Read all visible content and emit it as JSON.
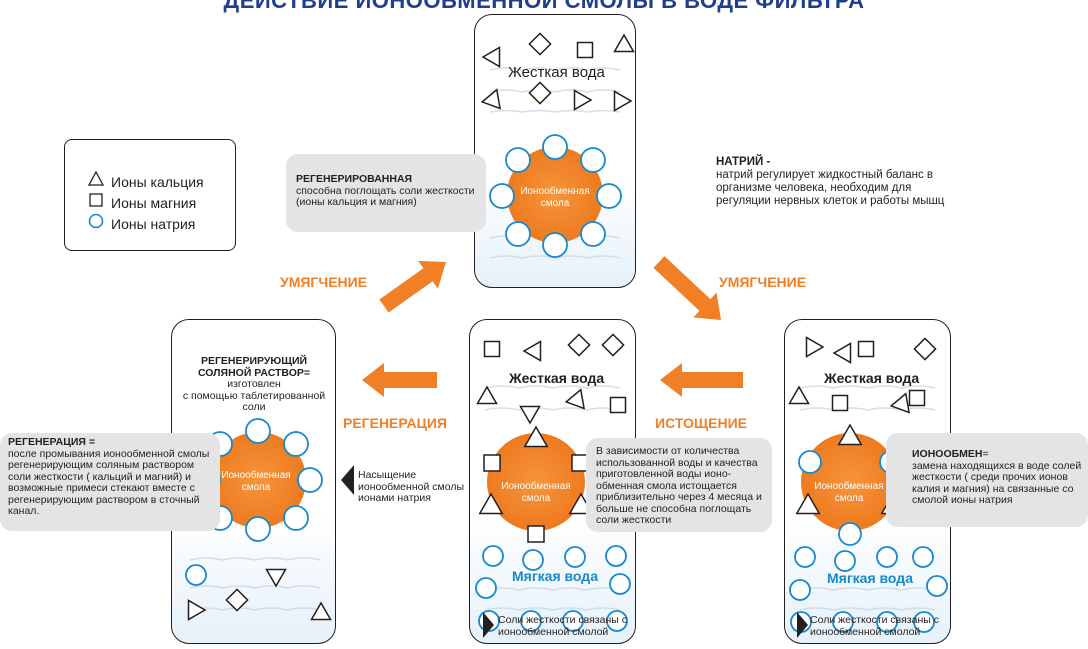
{
  "title": "ДЕЙСТВИЕ ИОНООБМЕННОЙ СМОЛЫ В ВОДЕ ФИЛЬТРА",
  "legend": {
    "calcium": "Ионы кальция",
    "magnesium": "Ионы магния",
    "sodium": "Ионы натрия"
  },
  "resin_label": "Ионообменная смола",
  "top_vessel": {
    "hard_water": "Жесткая вода"
  },
  "regenerated_box": {
    "heading": "РЕГЕНЕРИРОВАННАЯ",
    "text": "способна поглощать соли жесткости (ионы кальция и магния)"
  },
  "sodium_note": {
    "heading": "НАТРИЙ -",
    "text": "натрий регулирует жидкостный баланс в организме человека, необходим для регуляции нервных клеток и работы мышц"
  },
  "arrows": {
    "softening_left": "УМЯГЧЕНИЕ",
    "softening_right": "УМЯГЧЕНИЕ",
    "regeneration": "РЕГЕНЕРАЦИЯ",
    "exhaustion": "ИСТОЩЕНИЕ"
  },
  "left_vessel": {
    "brine_heading": "РЕГЕНЕРИРУЮЩИЙ СОЛЯНОЙ РАСТВОР=",
    "brine_text_1": "изготовлен",
    "brine_text_2": "с помощью таблетированной",
    "brine_text_3": "соли"
  },
  "regeneration_box": {
    "heading": "РЕГЕНЕРАЦИЯ =",
    "text": "после промывания ионообменной смолы регенерирующим соляным раствором соли жесткости ( кальций и магний) и возможные примеси стекают вместе с регенерирующим раствором в сточный канал."
  },
  "saturation_note": "Насыщение ионообменной смолы ионами натрия",
  "middle_vessel": {
    "hard_water": "Жесткая вода",
    "soft_water": "Мягкая вода",
    "note": "Соли жесткости связаны с ионообменной смолой"
  },
  "exhaustion_box": {
    "text": "В зависимости от количества использованной воды и качества приготовленной воды ионо-обменная смола истощается приблизительно через 4 месяца и больше не способна поглощать соли жесткости"
  },
  "right_vessel": {
    "hard_water": "Жесткая вода",
    "soft_water": "Мягкая вода",
    "note": "Соли жесткости связаны с ионообменной смолой"
  },
  "ion_exchange_box": {
    "heading": "ИОНООБМЕН",
    "eq": "=",
    "text": "замена находящихся в воде солей жесткости ( среди прочих ионов калия и магния) на связанные со смолой ионы натрия"
  },
  "colors": {
    "orange": "#f07f26",
    "blue": "#1689cc",
    "title": "#1f3e8f",
    "box": "#e4e4e4"
  }
}
